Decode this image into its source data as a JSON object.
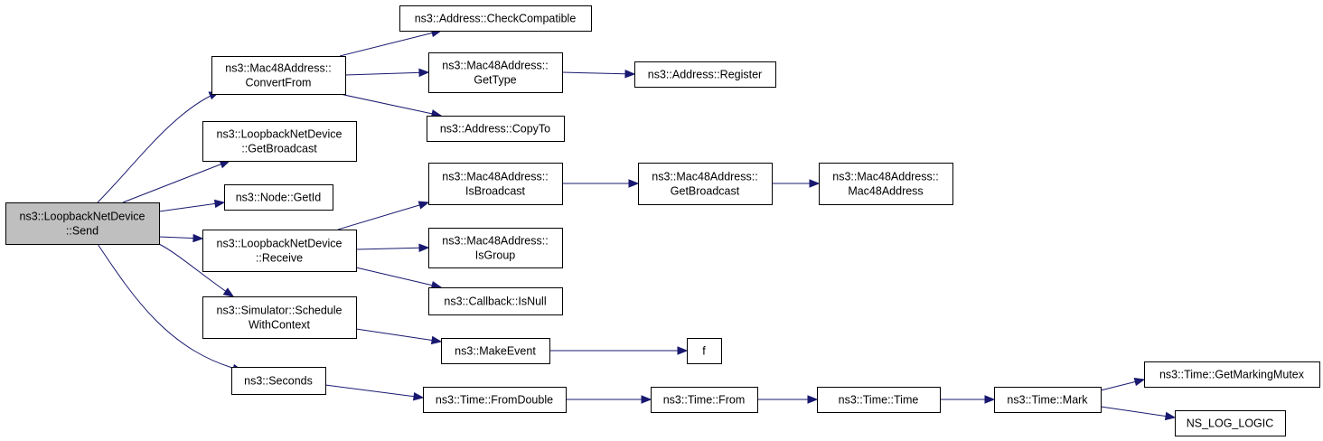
{
  "diagram": {
    "root": "sendnode",
    "nodes": [
      {
        "id": "send",
        "lines": [
          "ns3::LoopbackNetDevice",
          "::Send"
        ]
      },
      {
        "id": "convertfrom",
        "lines": [
          "ns3::Mac48Address::",
          "ConvertFrom"
        ]
      },
      {
        "id": "lnd-getbroadcast",
        "lines": [
          "ns3::LoopbackNetDevice",
          "::GetBroadcast"
        ]
      },
      {
        "id": "node-getid",
        "lines": [
          "ns3::Node::GetId"
        ]
      },
      {
        "id": "lnd-receive",
        "lines": [
          "ns3::LoopbackNetDevice",
          "::Receive"
        ]
      },
      {
        "id": "schedule",
        "lines": [
          "ns3::Simulator::Schedule",
          "WithContext"
        ]
      },
      {
        "id": "seconds",
        "lines": [
          "ns3::Seconds"
        ]
      },
      {
        "id": "checkcompatible",
        "lines": [
          "ns3::Address::CheckCompatible"
        ]
      },
      {
        "id": "gettype",
        "lines": [
          "ns3::Mac48Address::",
          "GetType"
        ]
      },
      {
        "id": "copyto",
        "lines": [
          "ns3::Address::CopyTo"
        ]
      },
      {
        "id": "register",
        "lines": [
          "ns3::Address::Register"
        ]
      },
      {
        "id": "isbroadcast",
        "lines": [
          "ns3::Mac48Address::",
          "IsBroadcast"
        ]
      },
      {
        "id": "mac-getbroadcast",
        "lines": [
          "ns3::Mac48Address::",
          "GetBroadcast"
        ]
      },
      {
        "id": "mac48address",
        "lines": [
          "ns3::Mac48Address::",
          "Mac48Address"
        ]
      },
      {
        "id": "isgroup",
        "lines": [
          "ns3::Mac48Address::",
          "IsGroup"
        ]
      },
      {
        "id": "isnull",
        "lines": [
          "ns3::Callback::IsNull"
        ]
      },
      {
        "id": "makeevent",
        "lines": [
          "ns3::MakeEvent"
        ]
      },
      {
        "id": "f",
        "lines": [
          "f"
        ]
      },
      {
        "id": "fromdouble",
        "lines": [
          "ns3::Time::FromDouble"
        ]
      },
      {
        "id": "from",
        "lines": [
          "ns3::Time::From"
        ]
      },
      {
        "id": "time",
        "lines": [
          "ns3::Time::Time"
        ]
      },
      {
        "id": "mark",
        "lines": [
          "ns3::Time::Mark"
        ]
      },
      {
        "id": "getmarkingmutex",
        "lines": [
          "ns3::Time::GetMarkingMutex"
        ]
      },
      {
        "id": "nslog",
        "lines": [
          "NS_LOG_LOGIC"
        ]
      }
    ],
    "edges": [
      [
        "send",
        "convertfrom"
      ],
      [
        "send",
        "lnd-getbroadcast"
      ],
      [
        "send",
        "node-getid"
      ],
      [
        "send",
        "lnd-receive"
      ],
      [
        "send",
        "schedule"
      ],
      [
        "send",
        "seconds"
      ],
      [
        "convertfrom",
        "checkcompatible"
      ],
      [
        "convertfrom",
        "gettype"
      ],
      [
        "convertfrom",
        "copyto"
      ],
      [
        "gettype",
        "register"
      ],
      [
        "lnd-receive",
        "isbroadcast"
      ],
      [
        "lnd-receive",
        "isgroup"
      ],
      [
        "lnd-receive",
        "isnull"
      ],
      [
        "isbroadcast",
        "mac-getbroadcast"
      ],
      [
        "mac-getbroadcast",
        "mac48address"
      ],
      [
        "schedule",
        "makeevent"
      ],
      [
        "makeevent",
        "f"
      ],
      [
        "seconds",
        "fromdouble"
      ],
      [
        "fromdouble",
        "from"
      ],
      [
        "from",
        "time"
      ],
      [
        "time",
        "mark"
      ],
      [
        "mark",
        "getmarkingmutex"
      ],
      [
        "mark",
        "nslog"
      ]
    ]
  }
}
